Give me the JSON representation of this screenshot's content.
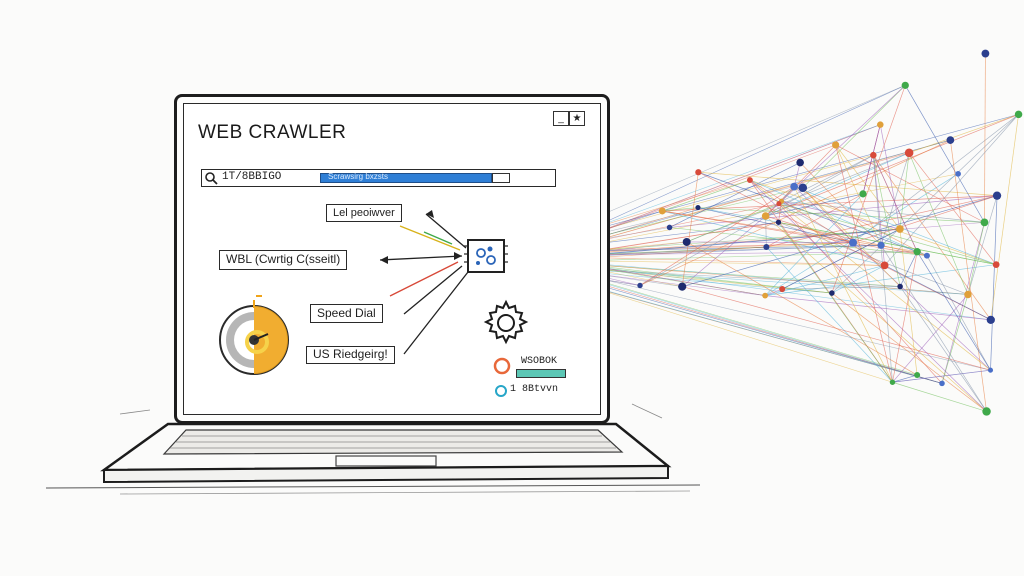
{
  "app": {
    "title": "WEB CRAWLER",
    "window_controls": [
      "_",
      "★"
    ]
  },
  "url_bar": {
    "value": "1T/8BBIGO",
    "progress_label": "Scrawsirg bxzsts",
    "search_icon": "search-icon"
  },
  "labels": {
    "top": "Lel peoiwver",
    "left": "WBL (Cwrtig C(sseitl)",
    "speed": "Speed Dial",
    "us": "US Riedgeirg!"
  },
  "status": {
    "node_label": "WSOBOK",
    "count": "1 8Btvvn"
  },
  "colors": {
    "accent_blue": "#2f7fd6",
    "gauge_orange": "#f0a41a",
    "status_teal": "#5cc7b5",
    "status_orange": "#e8683a",
    "status_cyan": "#27a6c8"
  },
  "icons": [
    "gear-icon",
    "processor-icon",
    "search-icon",
    "gauge-icon",
    "network-graph"
  ]
}
